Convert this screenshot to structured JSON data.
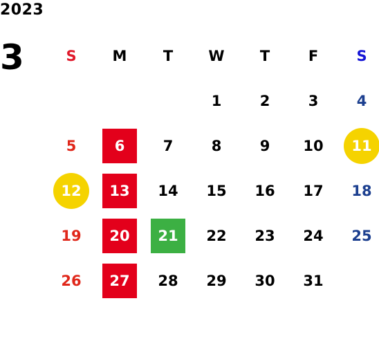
{
  "calendar": {
    "year": "2023",
    "month": "3",
    "weekdays": [
      "S",
      "M",
      "T",
      "W",
      "T",
      "F",
      "S"
    ],
    "weeks": [
      [
        "",
        "",
        "",
        "1",
        "2",
        "3",
        "4"
      ],
      [
        "5",
        "6",
        "7",
        "8",
        "9",
        "10",
        "11"
      ],
      [
        "12",
        "13",
        "14",
        "15",
        "16",
        "17",
        "18"
      ],
      [
        "19",
        "20",
        "21",
        "22",
        "23",
        "24",
        "25"
      ],
      [
        "26",
        "27",
        "28",
        "29",
        "30",
        "31",
        ""
      ]
    ],
    "highlights": {
      "red_square": [
        "6",
        "13",
        "20",
        "27"
      ],
      "green_square": [
        "21"
      ],
      "yellow_circle": [
        "11",
        "12"
      ]
    },
    "colors": {
      "sunday": "#e0271a",
      "saturday": "#1c3f8f",
      "red_mark": "#e3001b",
      "green_mark": "#3cb043",
      "yellow_mark": "#f5d300"
    }
  }
}
